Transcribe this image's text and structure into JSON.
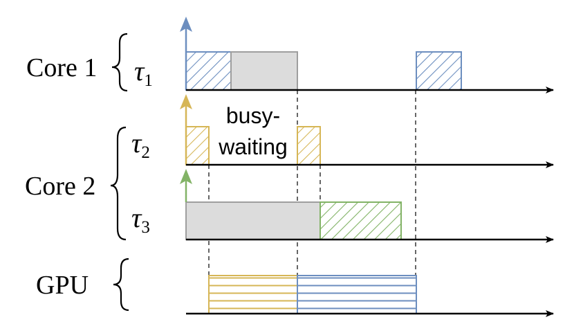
{
  "labels": {
    "core1": "Core 1",
    "core2": "Core 2",
    "gpu": "GPU",
    "tau1": "τ",
    "tau1_sub": "1",
    "tau2": "τ",
    "tau2_sub": "2",
    "tau3": "τ",
    "tau3_sub": "3",
    "busy_line1": "busy-",
    "busy_line2": "waiting"
  },
  "colors": {
    "blue": "#6c8ebf",
    "yellow": "#d6b656",
    "green": "#82b366",
    "gray_fill": "#dcdcdc",
    "gray_stroke": "#9e9e9e",
    "axis": "#000000",
    "dashed": "#666666"
  }
}
